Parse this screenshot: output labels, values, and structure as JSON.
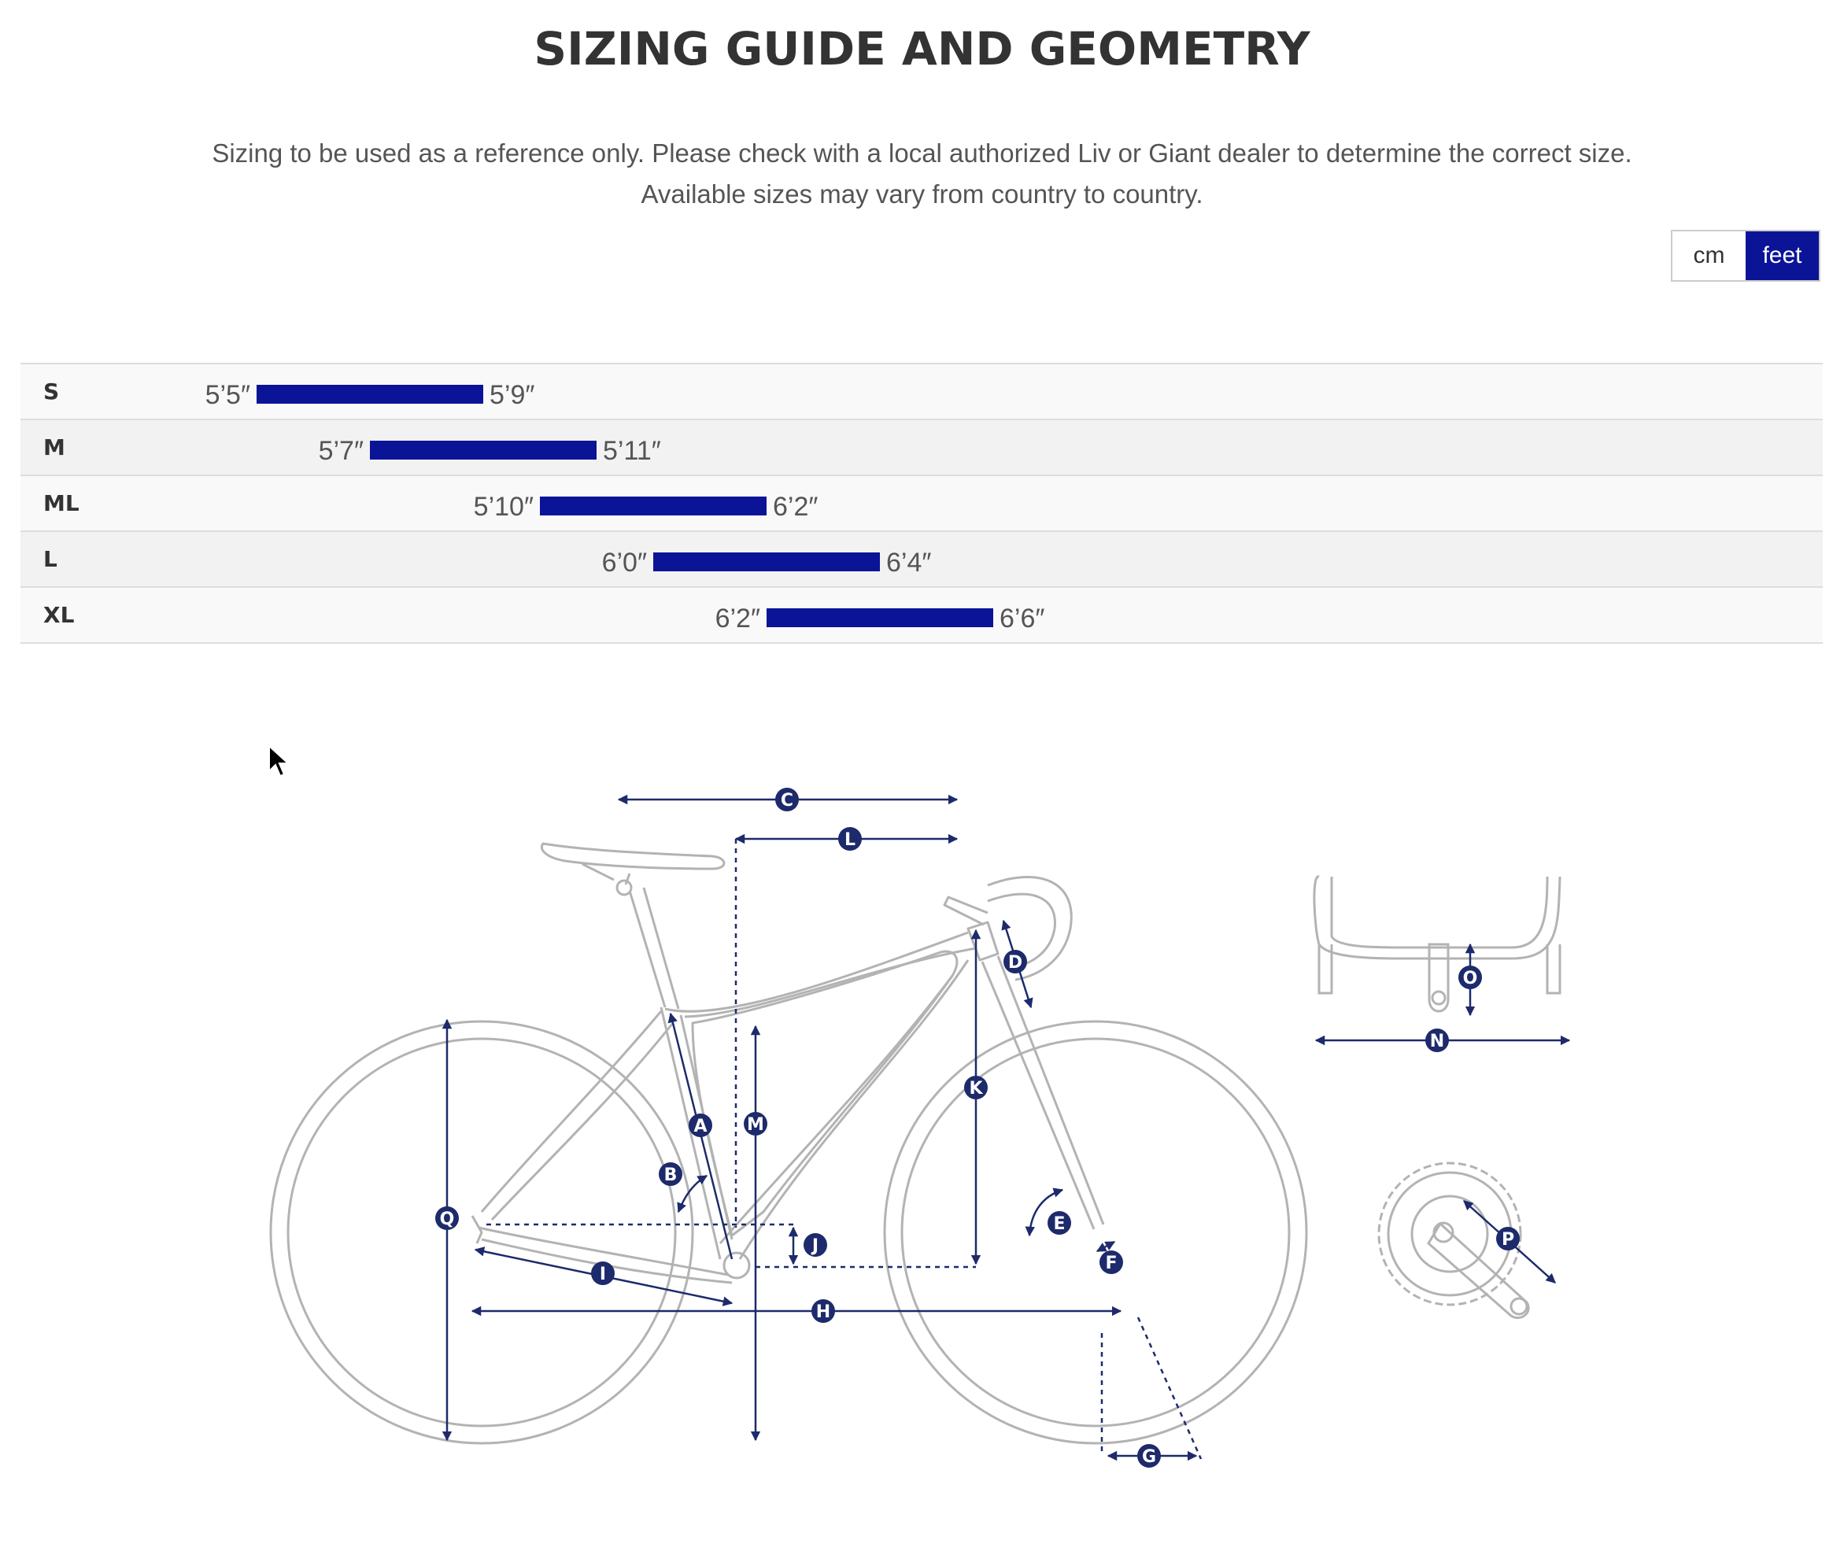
{
  "title": "SIZING GUIDE AND GEOMETRY",
  "description": [
    "Sizing to be used as a reference only. Please check with a local authorized Liv or Giant dealer to determine the correct size.",
    "Available sizes may vary from country to country."
  ],
  "unit_toggle": {
    "cm_label": "cm",
    "feet_label": "feet",
    "selected": "feet"
  },
  "colors": {
    "accent": "#0b1496",
    "diagram_line": "#b3b3b3",
    "dimension": "#1d2a6b"
  },
  "size_chart": {
    "rows": [
      {
        "size": "S",
        "min_label": "5’5″",
        "max_label": "5’9″",
        "min_in": 65,
        "max_in": 69
      },
      {
        "size": "M",
        "min_label": "5’7″",
        "max_label": "5’11″",
        "min_in": 67,
        "max_in": 71
      },
      {
        "size": "ML",
        "min_label": "5’10″",
        "max_label": "6’2″",
        "min_in": 70,
        "max_in": 74
      },
      {
        "size": "L",
        "min_label": "6’0″",
        "max_label": "6’4″",
        "min_in": 72,
        "max_in": 76
      },
      {
        "size": "XL",
        "min_label": "6’2″",
        "max_label": "6’6″",
        "min_in": 74,
        "max_in": 78
      }
    ]
  },
  "geometry_labels": [
    "A",
    "B",
    "C",
    "D",
    "E",
    "F",
    "G",
    "H",
    "I",
    "J",
    "K",
    "L",
    "M",
    "N",
    "O",
    "P",
    "Q"
  ],
  "icons": {
    "cursor": "mouse-pointer-icon"
  }
}
